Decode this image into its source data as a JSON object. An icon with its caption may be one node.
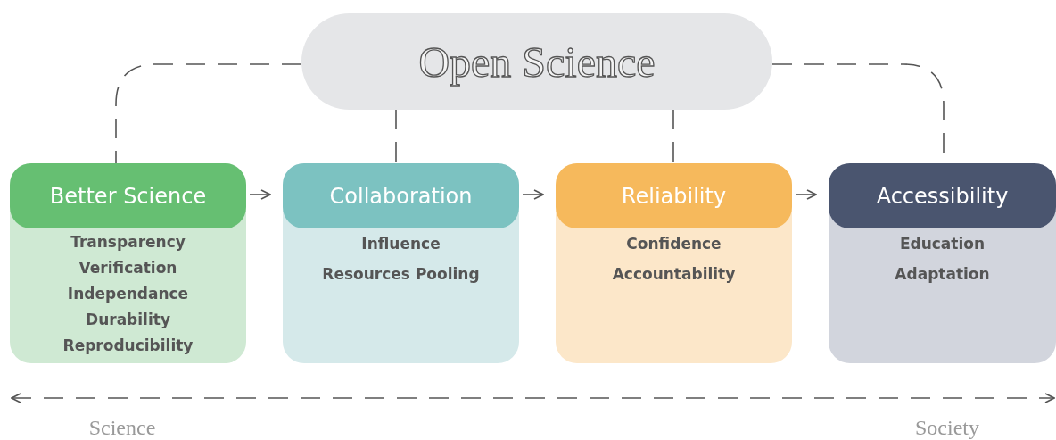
{
  "diagram": {
    "nodes": [
      {
        "text": [
          "Open Science"
        ]
      },
      {
        "text": [
          "Better Science",
          "Transparency",
          "Verification",
          "Independance",
          "Durability",
          "Reproducibility"
        ]
      },
      {
        "text": [
          "Collaboration",
          "Influence",
          "Resources Pooling"
        ]
      },
      {
        "text": [
          "Reliability",
          "Confidence",
          "Accountability"
        ]
      },
      {
        "text": [
          "Accessibility",
          "Education",
          "Adaptation"
        ]
      }
    ],
    "edges": [
      {
        "from": 0,
        "to": 1,
        "arrow": "none",
        "style": "dashed"
      },
      {
        "from": 0,
        "to": 2,
        "arrow": "none",
        "style": "dashed"
      },
      {
        "from": 0,
        "to": 3,
        "arrow": "none",
        "style": "dashed"
      },
      {
        "from": 0,
        "to": 4,
        "arrow": "none",
        "style": "dashed"
      },
      {
        "from": 1,
        "to": 2,
        "arrow": "to"
      },
      {
        "from": 2,
        "to": 3,
        "arrow": "to"
      },
      {
        "from": 3,
        "to": 4,
        "arrow": "to"
      }
    ],
    "labels": [
      "Science",
      "Society"
    ]
  }
}
